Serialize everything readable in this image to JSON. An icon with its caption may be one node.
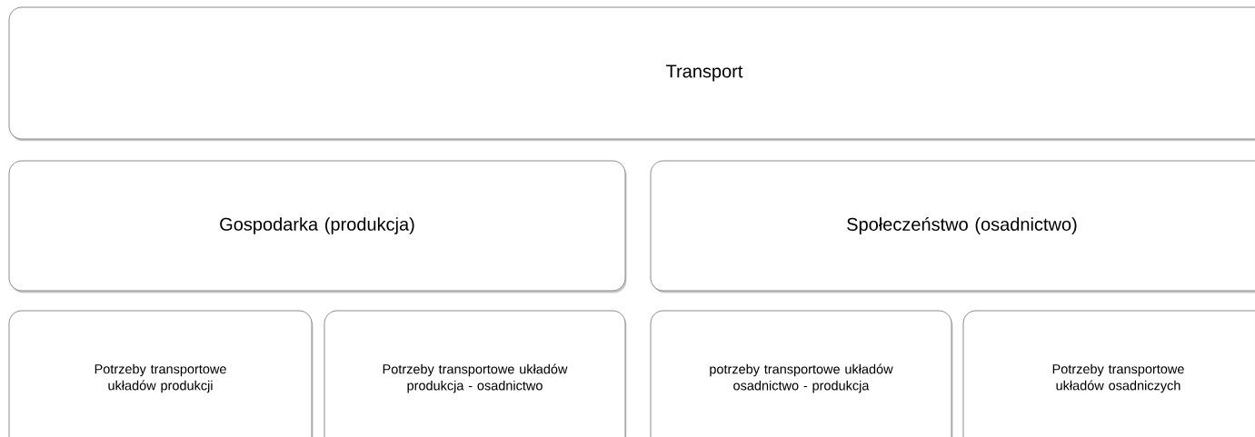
{
  "diagram": {
    "nodes": [
      {
        "text": [
          "Transport"
        ]
      },
      {
        "text": [
          "Gospodarka (produkcja)"
        ]
      },
      {
        "text": [
          "Społeczeństwo (osadnictwo)"
        ]
      },
      {
        "text": [
          "Potrzeby transportowe układów produkcji"
        ]
      },
      {
        "text": [
          "Potrzeby transportowe układów produkcja - osadnictwo"
        ]
      },
      {
        "text": [
          "potrzeby transportowe układów osadnictwo - produkcja"
        ]
      },
      {
        "text": [
          "Potrzeby transportowe układów osadniczych"
        ]
      }
    ]
  }
}
